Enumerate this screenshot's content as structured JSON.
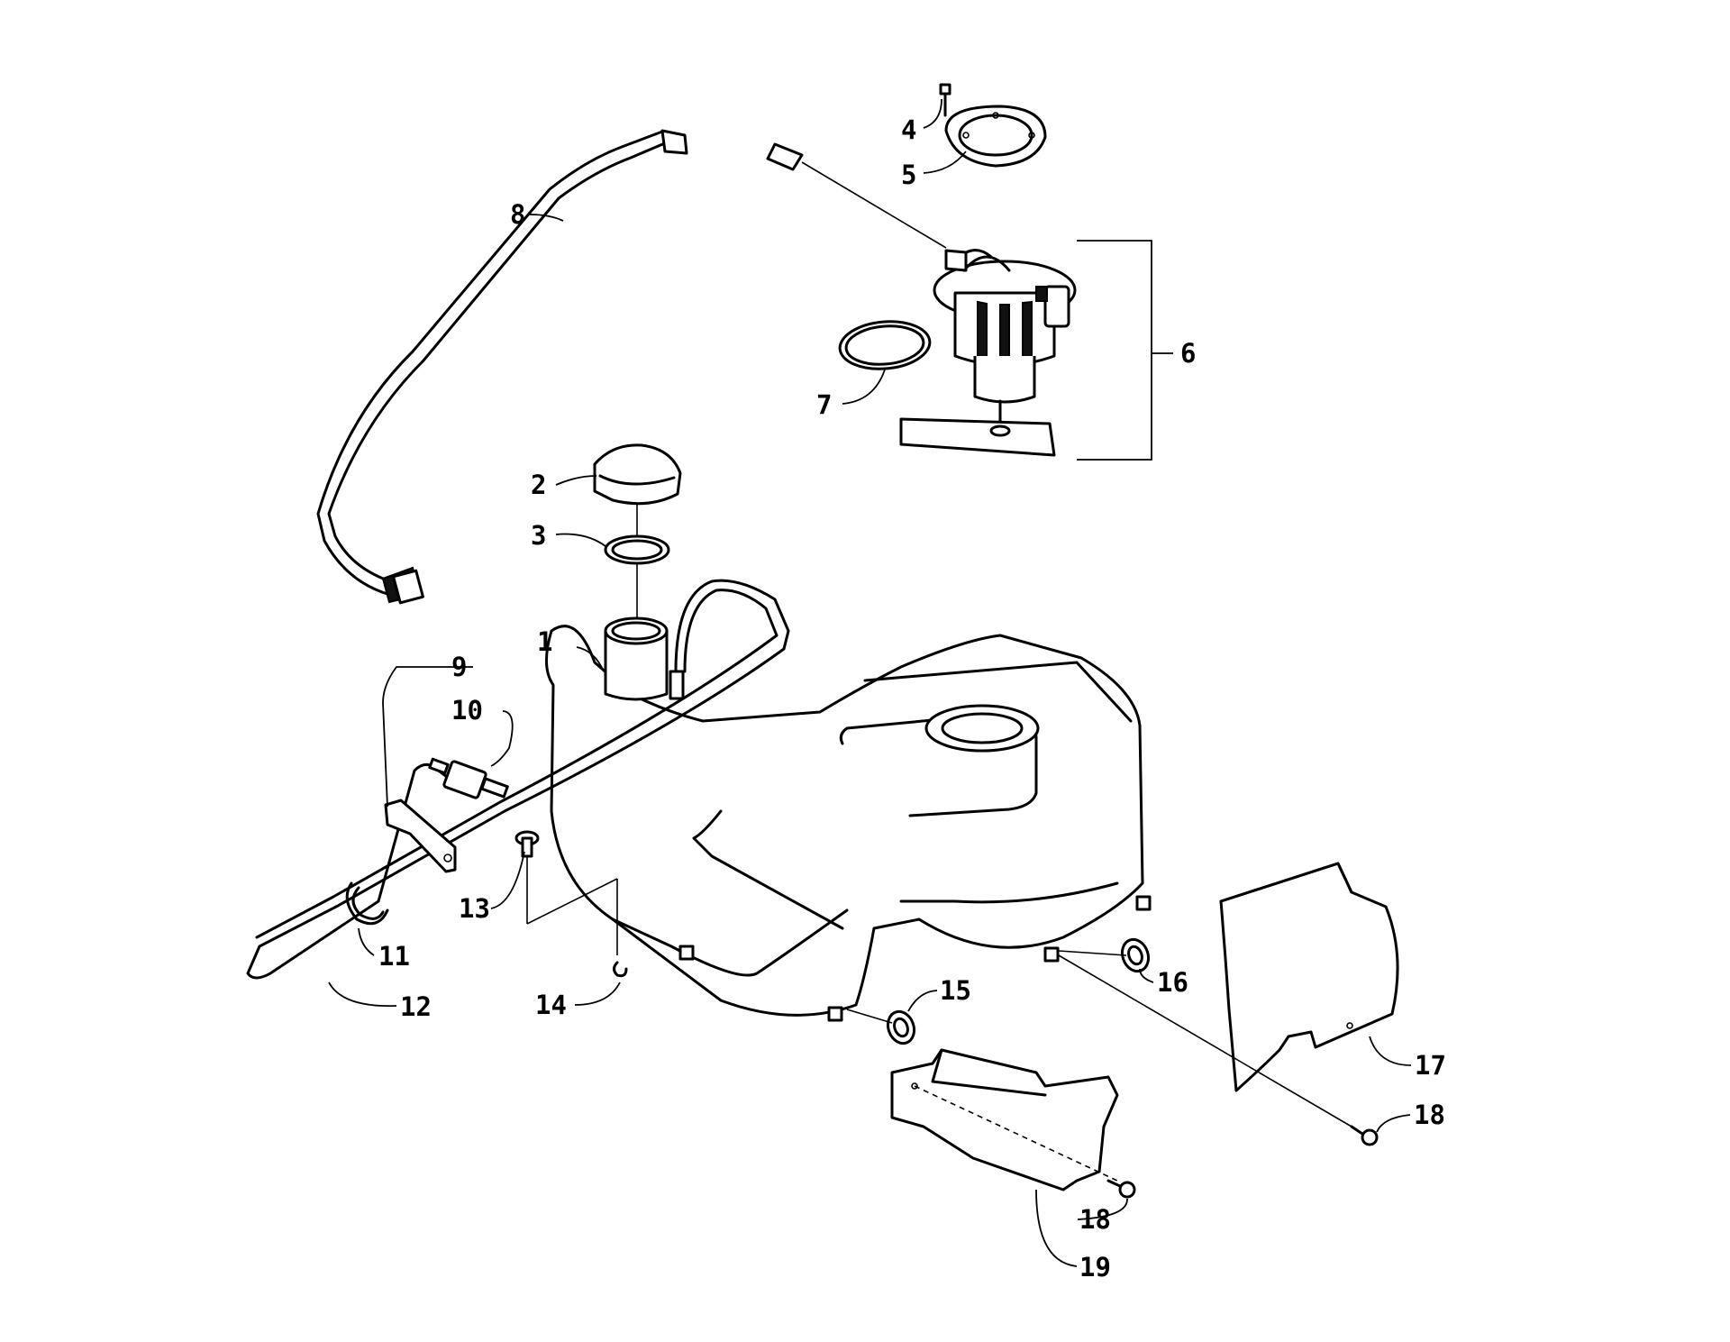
{
  "diagram": {
    "callouts": [
      {
        "id": "callout-1",
        "label": "1"
      },
      {
        "id": "callout-2",
        "label": "2"
      },
      {
        "id": "callout-3",
        "label": "3"
      },
      {
        "id": "callout-4",
        "label": "4"
      },
      {
        "id": "callout-5",
        "label": "5"
      },
      {
        "id": "callout-6",
        "label": "6"
      },
      {
        "id": "callout-7",
        "label": "7"
      },
      {
        "id": "callout-8",
        "label": "8"
      },
      {
        "id": "callout-9",
        "label": "9"
      },
      {
        "id": "callout-10",
        "label": "10"
      },
      {
        "id": "callout-11",
        "label": "11"
      },
      {
        "id": "callout-12",
        "label": "12"
      },
      {
        "id": "callout-13",
        "label": "13"
      },
      {
        "id": "callout-14",
        "label": "14"
      },
      {
        "id": "callout-15",
        "label": "15"
      },
      {
        "id": "callout-16",
        "label": "16"
      },
      {
        "id": "callout-17",
        "label": "17"
      },
      {
        "id": "callout-18a",
        "label": "18"
      },
      {
        "id": "callout-18b",
        "label": "18"
      },
      {
        "id": "callout-19",
        "label": "19"
      }
    ]
  }
}
